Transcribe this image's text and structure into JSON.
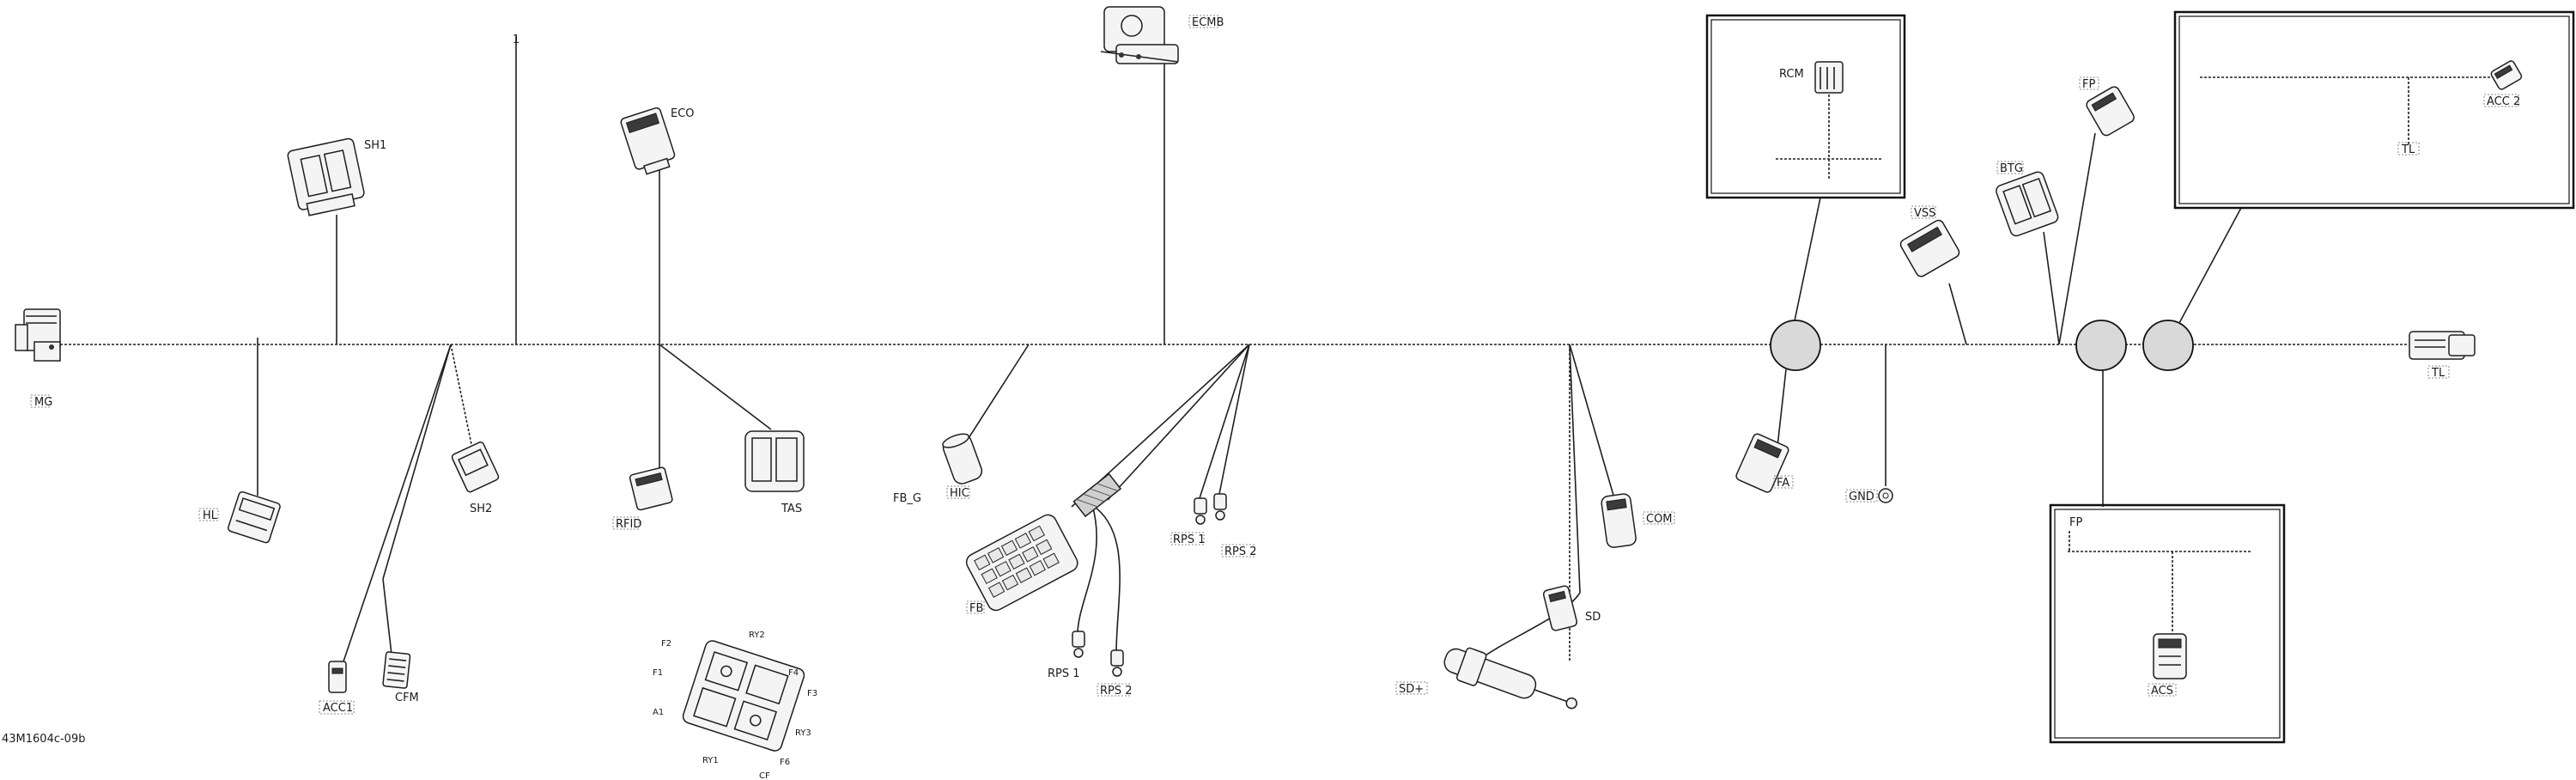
{
  "drawing_ref": "43M1604c-09b",
  "callout": "1",
  "connectors": {
    "mg": "MG",
    "sh1": "SH1",
    "hl": "HL",
    "acc1": "ACC1",
    "cfm": "CFM",
    "sh2": "SH2",
    "eco": "ECO",
    "rfid": "RFID",
    "tas": "TAS",
    "ecmb": "ECMB",
    "fb_g": "FB_G",
    "hic": "HIC",
    "fb": "FB",
    "rps1_a": "RPS 1",
    "rps2_a": "RPS 2",
    "rps1_b": "RPS 1",
    "rps2_b": "RPS 2",
    "com": "COM",
    "sd": "SD",
    "sd_plus": "SD+",
    "rcm": "RCM",
    "fa": "FA",
    "gnd": "GND",
    "vss": "VSS",
    "btg": "BTG",
    "fp_top": "FP",
    "acc2": "ACC 2",
    "tl_box": "TL",
    "tl_right": "TL",
    "fp_box": "FP",
    "acs": "ACS"
  },
  "fuse_block": {
    "labels": [
      "F2",
      "RY2",
      "F1",
      "F4",
      "F3",
      "A1",
      "RY3",
      "RY1",
      "F6",
      "CF"
    ]
  }
}
